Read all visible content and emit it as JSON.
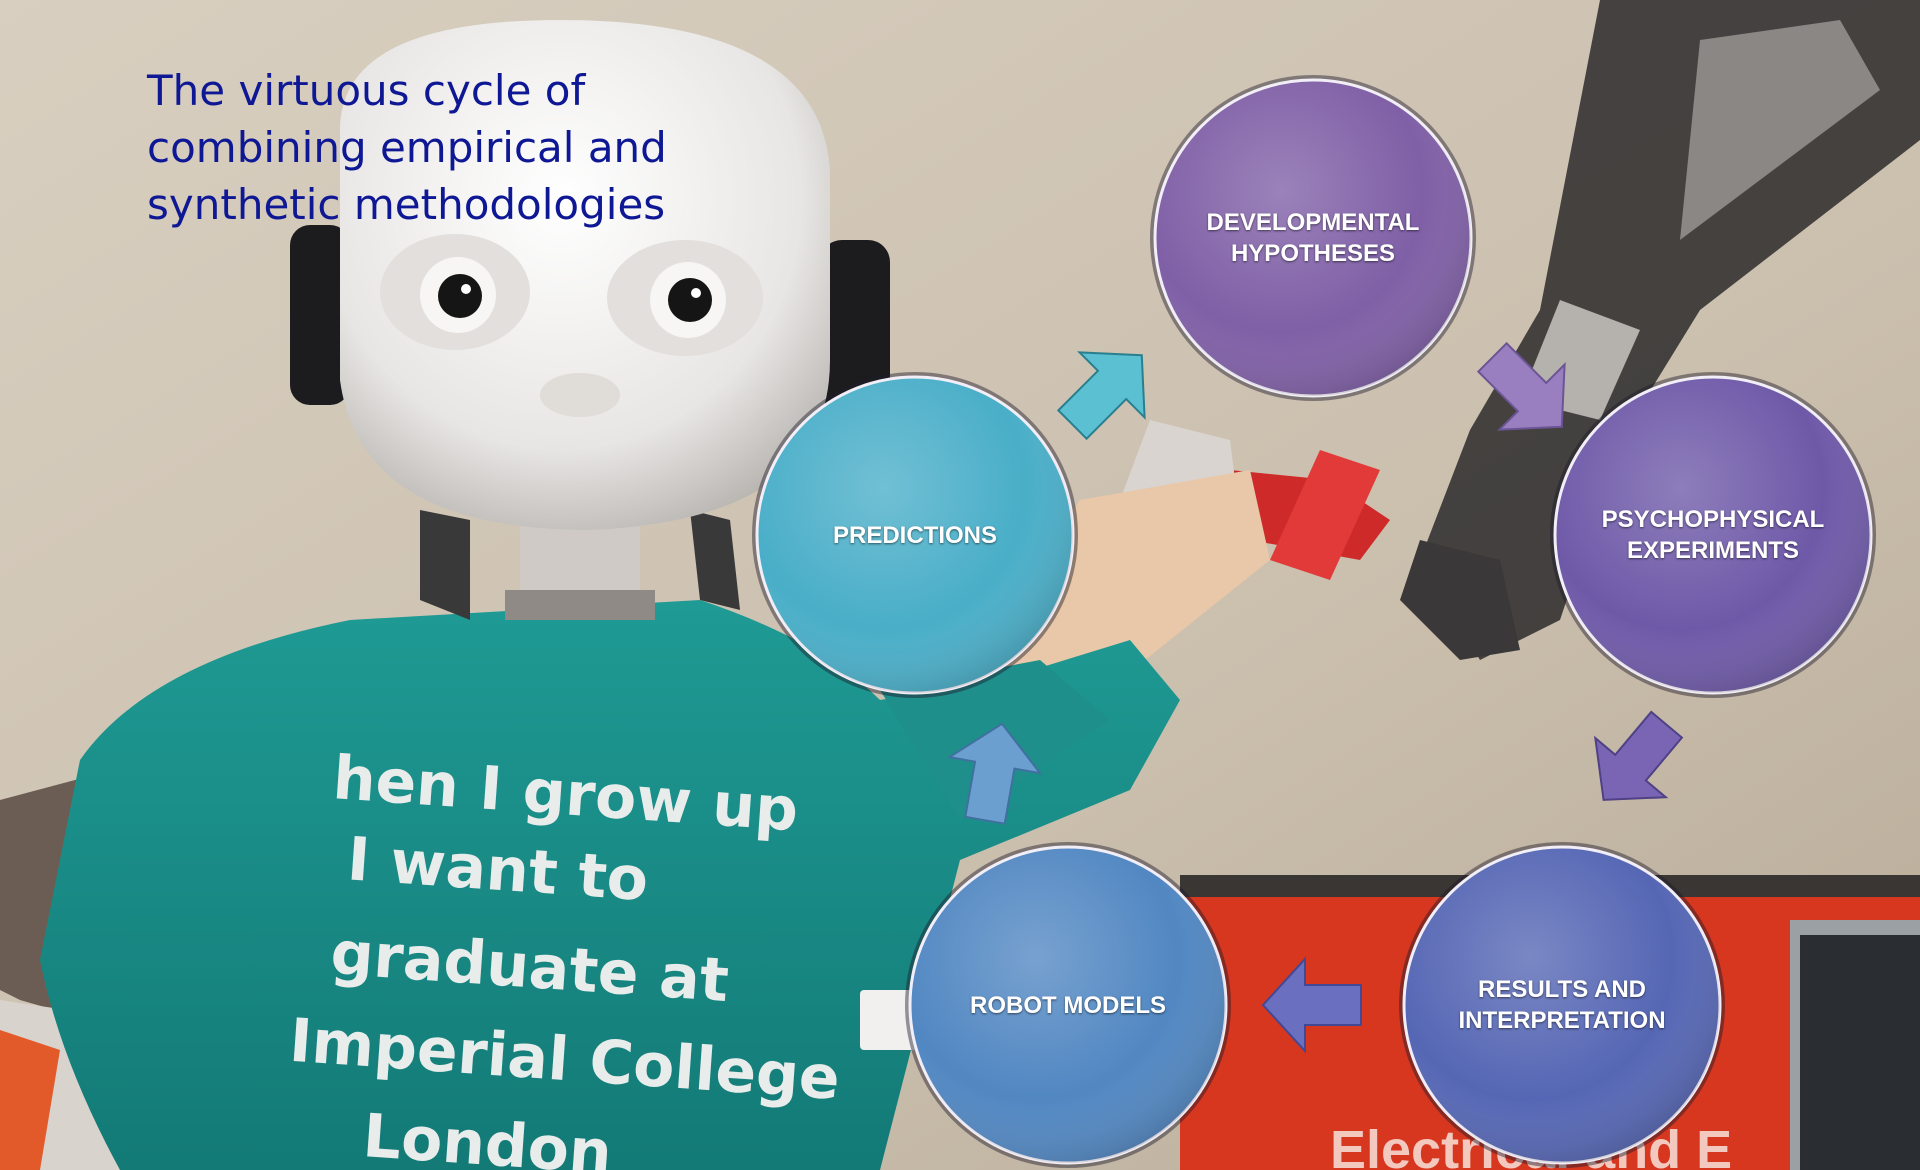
{
  "title": {
    "lines": [
      "The virtuous cycle of",
      "combining empirical and",
      "synthetic methodologies"
    ]
  },
  "photo": {
    "shirt_text": [
      "hen I grow up",
      "I want to",
      "graduate at",
      "Imperial College",
      "London"
    ],
    "banner_text": "Electrical and E"
  },
  "cycle": {
    "nodes": [
      {
        "id": "developmental-hypotheses",
        "lines": [
          "DEVELOPMENTAL",
          "HYPOTHESES"
        ],
        "color": "#7f5fa6"
      },
      {
        "id": "psychophysical-experiments",
        "lines": [
          "PSYCHOPHYSICAL",
          "EXPERIMENTS"
        ],
        "color": "#6e59a8"
      },
      {
        "id": "results-and-interpretation",
        "lines": [
          "RESULTS AND",
          "INTERPRETATION"
        ],
        "color": "#5566b4"
      },
      {
        "id": "robot-models",
        "lines": [
          "ROBOT MODELS"
        ],
        "color": "#5187c2"
      },
      {
        "id": "predictions",
        "lines": [
          "PREDICTIONS"
        ],
        "color": "#49aec8"
      }
    ],
    "arrow_colors": [
      "#9a7fc0",
      "#7a65b4",
      "#6a6fc0",
      "#6a9fd0",
      "#5bc0d2"
    ]
  }
}
